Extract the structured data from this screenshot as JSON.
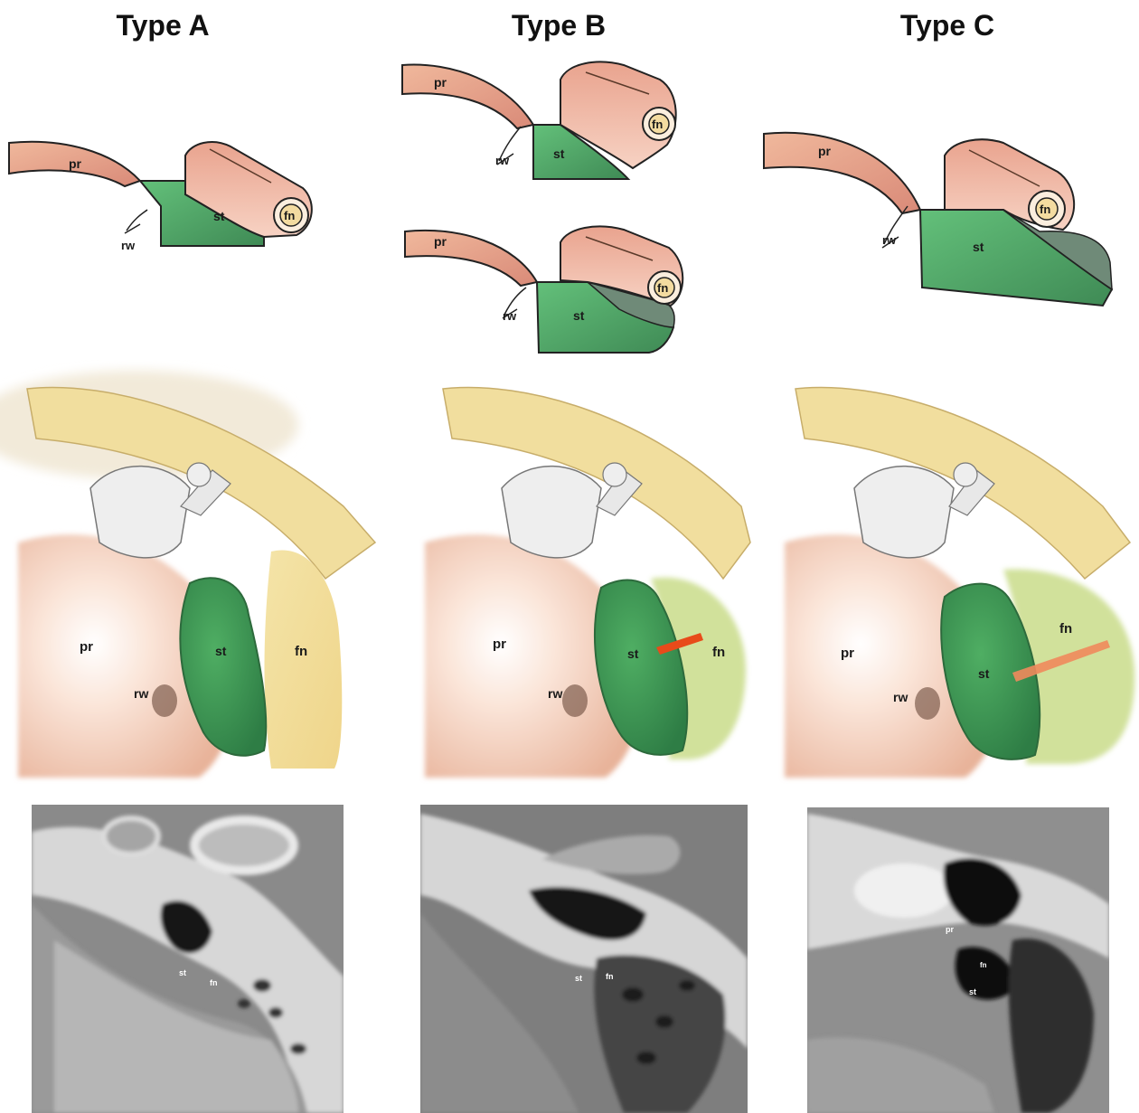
{
  "titles": {
    "a": "Type A",
    "b": "Type B",
    "c": "Type C"
  },
  "labels": {
    "pr": "pr",
    "rw": "rw",
    "st": "st",
    "fn": "fn"
  },
  "colors": {
    "promontory": "#e8a98c",
    "sinus_tympani": "#4fae63",
    "facial_nerve": "#f2dd9c",
    "drill": "#e84b1a",
    "ct_bone": "#d9d9d9",
    "ct_air": "#111111"
  }
}
